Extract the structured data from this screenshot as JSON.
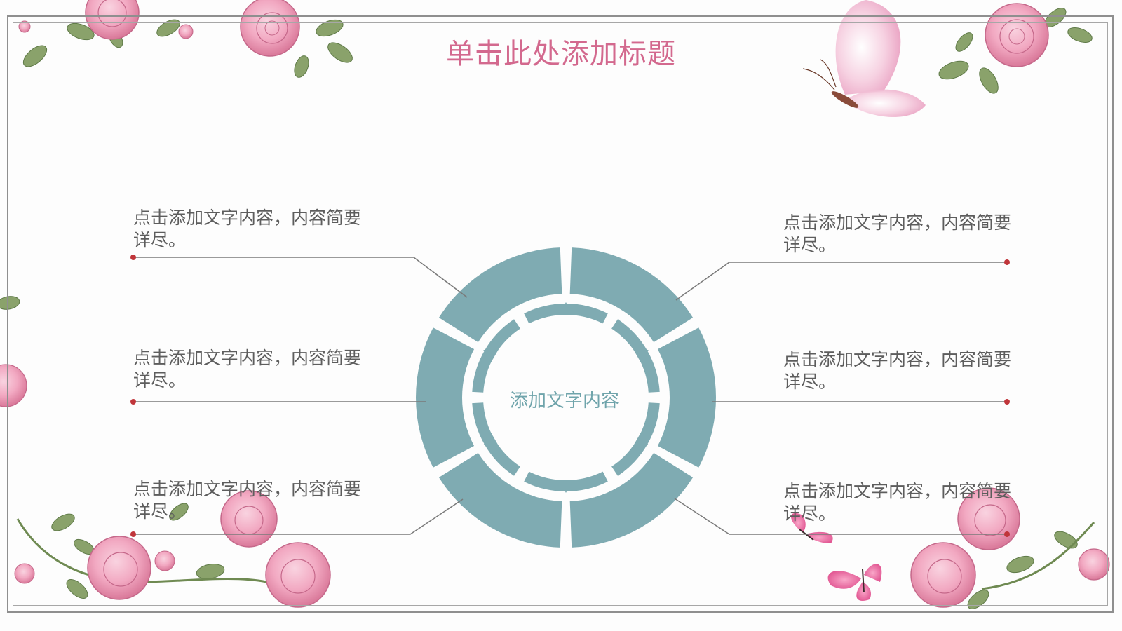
{
  "slide": {
    "title": "单击此处添加标题",
    "center_label": "添加文字内容",
    "items": [
      {
        "text": "点击添加文字内容，内容简要详尽。"
      },
      {
        "text": "点击添加文字内容，内容简要详尽。"
      },
      {
        "text": "点击添加文字内容，内容简要详尽。"
      },
      {
        "text": "点击添加文字内容，内容简要详尽。"
      },
      {
        "text": "点击添加文字内容，内容简要详尽。"
      },
      {
        "text": "点击添加文字内容，内容简要详尽。"
      }
    ]
  },
  "colors": {
    "title": "#d3698e",
    "ring": "#7fabb2",
    "center_text": "#6fa4ab",
    "label_text": "#5d5d5d",
    "connector_dot": "#c0353a",
    "rose": "#f2a9c2",
    "leaf": "#8aa26b"
  },
  "icons": [
    "rose-flower-icon",
    "leaf-icon",
    "butterfly-icon"
  ]
}
